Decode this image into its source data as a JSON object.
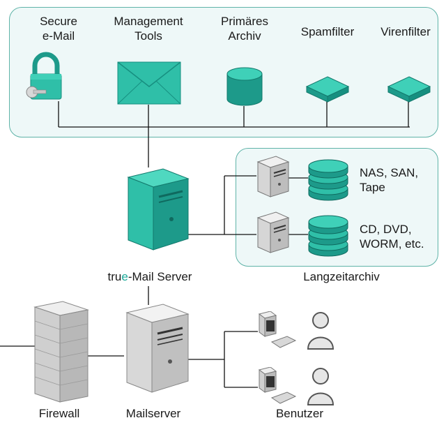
{
  "top_tools": {
    "secure_email": "Secure\ne-Mail",
    "management_tools": "Management\nTools",
    "primary_archive": "Primäres\nArchiv",
    "spamfilter": "Spamfilter",
    "virenfilter": "Virenfilter"
  },
  "archive_storage": {
    "nas_label": "NAS, SAN,\nTape",
    "cd_label": "CD, DVD,\nWORM, etc.",
    "group_label": "Langzeitarchiv"
  },
  "server_label": {
    "prefix": "tru",
    "highlight": "e",
    "suffix": "-Mail Server"
  },
  "bottom_labels": {
    "firewall": "Firewall",
    "mailserver": "Mailserver",
    "benutzer": "Benutzer"
  },
  "colors": {
    "accent": "#1aa898",
    "panel_border": "#5fb3a8",
    "panel_fill": "#eef8f8",
    "server_green": "#2fbfa8",
    "storage_green": "#1d9a8a"
  }
}
